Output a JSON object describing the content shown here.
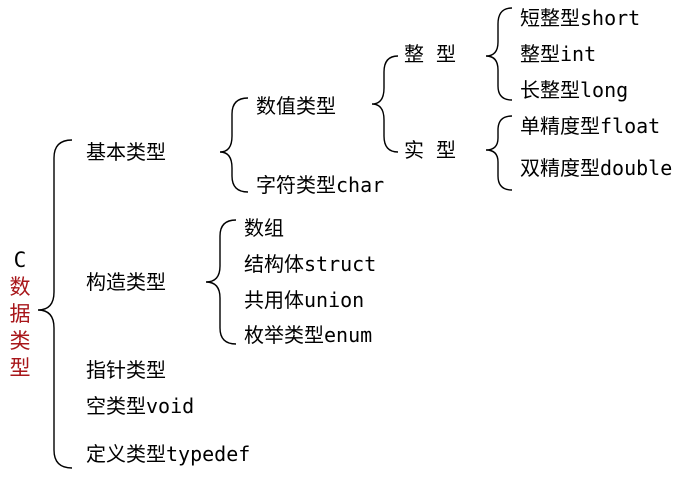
{
  "root": {
    "letter": "C",
    "chars": [
      "数",
      "据",
      "类",
      "型"
    ],
    "color": "#a8161a"
  },
  "level1": {
    "basic": "基本类型",
    "constructed": "构造类型",
    "pointer": "指针类型",
    "empty": "空类型void",
    "typedef": "定义类型typedef"
  },
  "basic": {
    "numeric": "数值类型",
    "char": "字符类型char"
  },
  "numeric": {
    "integer": "整 型",
    "real": "实 型"
  },
  "integer": {
    "short": "短整型short",
    "int": "整型int",
    "long": "长整型long"
  },
  "real": {
    "float": "单精度型float",
    "double": "双精度型double"
  },
  "constructed": {
    "array": "数组",
    "struct": "结构体struct",
    "union": "共用体union",
    "enum": "枚举类型enum"
  }
}
